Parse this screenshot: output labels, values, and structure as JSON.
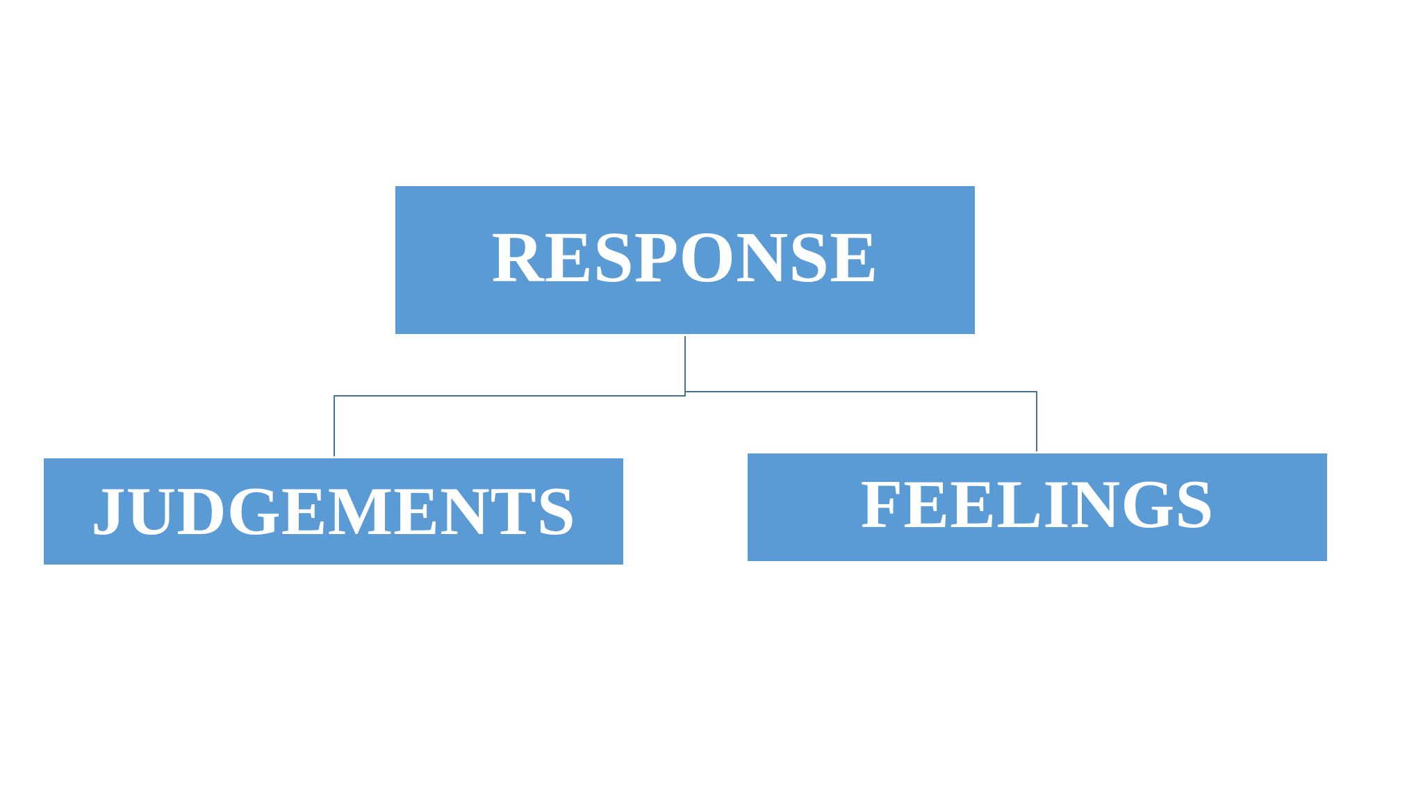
{
  "diagram": {
    "root": {
      "label": "RESPONSE"
    },
    "children": [
      {
        "label": "JUDGEMENTS"
      },
      {
        "label": "FEELINGS"
      }
    ]
  },
  "colors": {
    "node_fill": "#5b9bd5",
    "node_text": "#ffffff",
    "connector": "#41719c",
    "background": "#ffffff"
  }
}
